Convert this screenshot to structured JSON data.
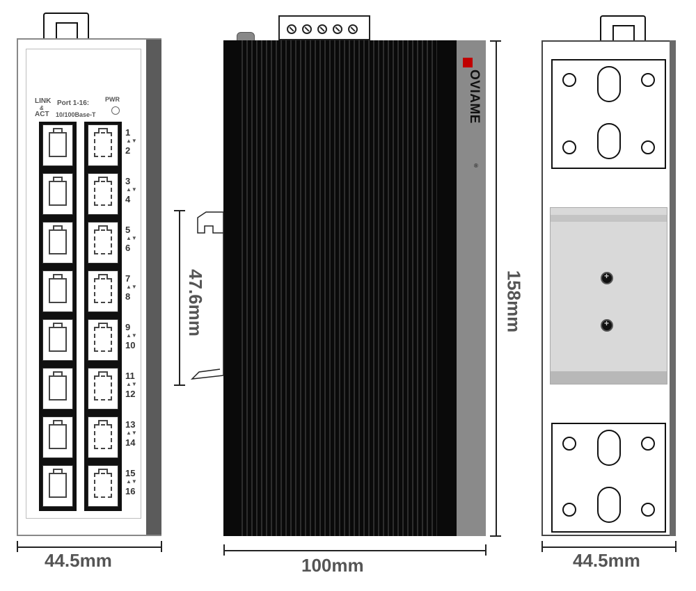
{
  "front_view": {
    "labels": {
      "link": "LINK",
      "amp": "&",
      "act": "ACT",
      "ports": "Port 1-16:",
      "speed": "10/100Base-T",
      "pwr": "PWR"
    },
    "port_numbers": [
      "1",
      "2",
      "3",
      "4",
      "5",
      "6",
      "7",
      "8",
      "9",
      "10",
      "11",
      "12",
      "13",
      "14",
      "15",
      "16"
    ]
  },
  "side_view": {
    "brand": "OVIAME",
    "registered_mark": "®"
  },
  "dimensions": {
    "front_width": "44.5mm",
    "side_width": "100mm",
    "height": "158mm",
    "din_rail": "47.6mm",
    "back_width": "44.5mm"
  },
  "colors": {
    "case_black": "#0d0d0d",
    "side_panel_gray": "#8a8a8a",
    "brand_red": "#c00000",
    "dimension_text": "#555555"
  },
  "icons": [
    "mounting-hole-icon",
    "keyhole-slot-icon",
    "terminal-screw-icon",
    "din-screw-icon"
  ]
}
